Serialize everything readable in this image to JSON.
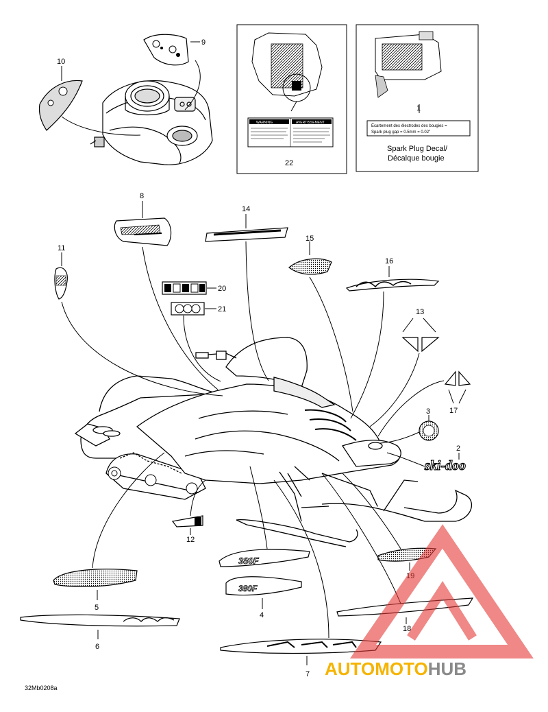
{
  "callouts": {
    "c1": "1",
    "c2": "2",
    "c3": "3",
    "c4": "4",
    "c5": "5",
    "c6": "6",
    "c7": "7",
    "c8": "8",
    "c9": "9",
    "c10": "10",
    "c11": "11",
    "c12": "12",
    "c13": "13",
    "c14": "14",
    "c15": "15",
    "c16": "16",
    "c17": "17",
    "c18": "18",
    "c19": "19",
    "c20": "20",
    "c21": "21",
    "c22": "22"
  },
  "spark_plug_box": {
    "decal_line1": "Écartement des électrodes des bougies =",
    "decal_line2": "Spark plug gap = 0.5mm = 0.02\"",
    "caption_line1": "Spark Plug Decal/",
    "caption_line2": "Décalque bougie"
  },
  "warning_box": {
    "left_header": "WARNING",
    "right_header": "AVERTISSEMENT"
  },
  "brand_decal": "ski-doo",
  "engine_decal": "380F",
  "reference_code": "32Mb0208a",
  "watermark": {
    "auto": "AUTO",
    "moto": "MOTO",
    "hub": "HUB",
    "auto_color": "#f5b400",
    "moto_color": "#f5b400",
    "hub_color": "#8a8a8a",
    "triangle_color": "#e53935"
  }
}
